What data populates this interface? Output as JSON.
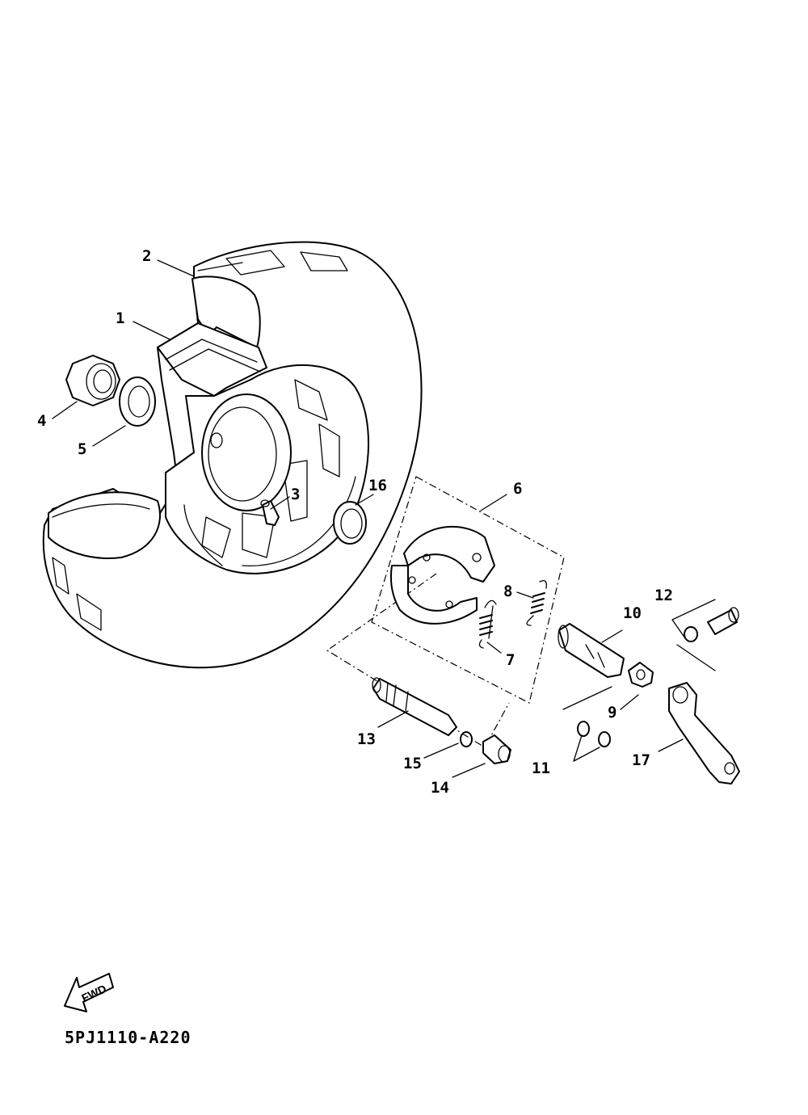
{
  "diagram": {
    "part_code": "5PJ1110-A220",
    "fwd_label": "FWD",
    "callouts": [
      {
        "id": "1",
        "label": "1"
      },
      {
        "id": "2",
        "label": "2"
      },
      {
        "id": "3",
        "label": "3"
      },
      {
        "id": "4",
        "label": "4"
      },
      {
        "id": "5",
        "label": "5"
      },
      {
        "id": "6",
        "label": "6"
      },
      {
        "id": "7",
        "label": "7"
      },
      {
        "id": "8",
        "label": "8"
      },
      {
        "id": "9",
        "label": "9"
      },
      {
        "id": "10",
        "label": "10"
      },
      {
        "id": "11",
        "label": "11"
      },
      {
        "id": "12",
        "label": "12"
      },
      {
        "id": "13",
        "label": "13"
      },
      {
        "id": "14",
        "label": "14"
      },
      {
        "id": "15",
        "label": "15"
      },
      {
        "id": "16",
        "label": "16"
      },
      {
        "id": "17",
        "label": "17"
      }
    ]
  }
}
